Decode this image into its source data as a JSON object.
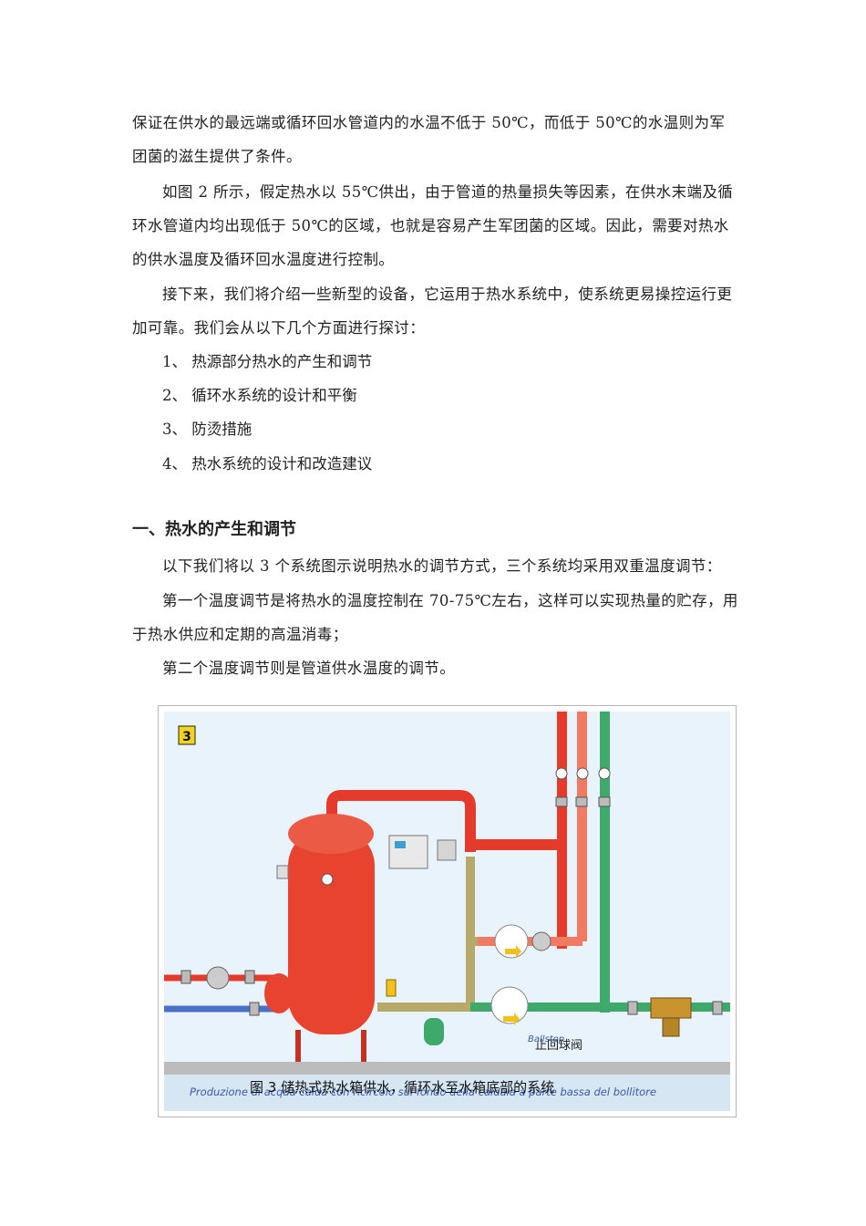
{
  "paragraphs": {
    "p1": "保证在供水的最远端或循环回水管道内的水温不低于 50℃，而低于 50℃的水温则为军团菌的滋生提供了条件。",
    "p2": "如图 2 所示，假定热水以 55℃供出，由于管道的热量损失等因素，在供水末端及循环水管道内均出现低于 50℃的区域，也就是容易产生军团菌的区域。因此，需要对热水的供水温度及循环回水温度进行控制。",
    "p3": "接下来，我们将介绍一些新型的设备，它运用于热水系统中，使系统更易操控运行更加可靠。我们会从以下几个方面进行探讨："
  },
  "list": [
    "1、 热源部分热水的产生和调节",
    "2、 循环水系统的设计和平衡",
    "3、 防烫措施",
    "4、 热水系统的设计和改造建议"
  ],
  "section1": {
    "heading": "一、热水的产生和调节",
    "p1": "以下我们将以 3 个系统图示说明热水的调节方式，三个系统均采用双重温度调节：",
    "p2": "第一个温度调节是将热水的温度控制在 70-75℃左右，这样可以实现热量的贮存，用于热水供应和定期的高温消毒；",
    "p3": "第二个温度调节则是管道供水温度的调节。"
  },
  "figure": {
    "number_badge": "3",
    "ballstop_label": "Ballstop",
    "check_valve_label": "止回球阀",
    "italian_caption": "Produzione di acqua calda con ricircolo sul fondo della caldaia a parte bassa del bollitore",
    "caption": "图 3      储热式热水箱供水，循环水至水箱底部的系统",
    "colors": {
      "hot": "#e53b2c",
      "warm": "#f07a62",
      "green": "#3fa86b",
      "blue": "#4a6fc9",
      "olive": "#b8a86a",
      "tank": "#e8432f"
    }
  }
}
